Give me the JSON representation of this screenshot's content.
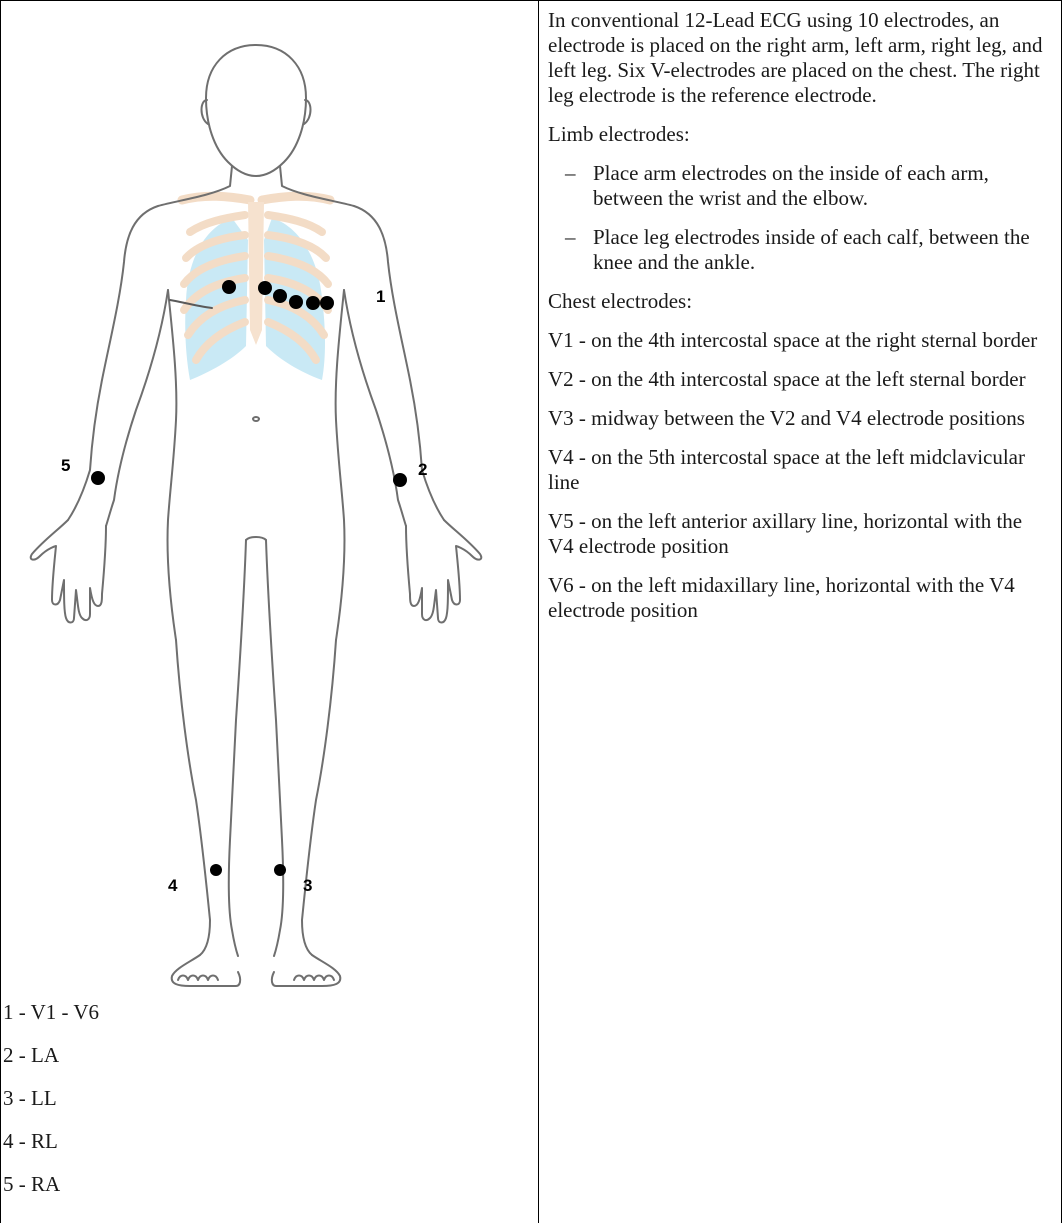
{
  "figure": {
    "callouts": [
      "1",
      "2",
      "3",
      "4",
      "5"
    ],
    "colors": {
      "outline": "#6f6f6f",
      "ribs": "#f6e2cf",
      "lungs": "#c9e9f5",
      "electrode": "#000000"
    }
  },
  "legend": [
    "1 - V1 - V6",
    "2 - LA",
    "3 - LL",
    "4 - RL",
    "5 - RA"
  ],
  "description": {
    "intro": "In conventional 12-Lead ECG using 10 electrodes, an electrode is placed on the right arm, left arm, right leg, and left leg. Six V-electrodes are placed on the chest. The right leg electrode is the reference electrode.",
    "limb_heading": "Limb electrodes:",
    "limb_bullets": [
      "Place arm electrodes on the inside of each arm, between the wrist and the elbow.",
      "Place leg electrodes inside of each calf, between the knee and the ankle."
    ],
    "bullet_dash": "–",
    "chest_heading": "Chest electrodes:",
    "chest_items": [
      "V1 - on the 4th intercostal space at the right sternal border",
      "V2 - on the 4th intercostal space at the left sternal border",
      "V3 - midway between the V2 and V4 electrode positions",
      "V4 - on the 5th intercostal space at the left midclavicular line",
      "V5 - on the left anterior axillary line, horizontal with the V4 electrode position",
      "V6 - on the left midaxillary line, horizontal with the V4 electrode position"
    ]
  }
}
